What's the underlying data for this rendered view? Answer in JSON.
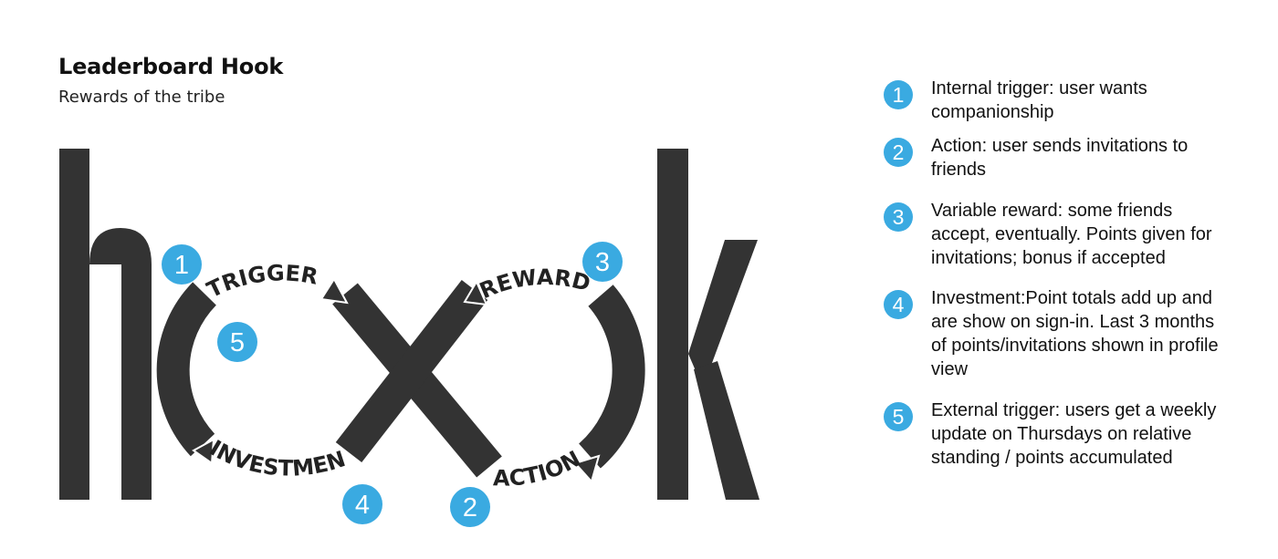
{
  "header": {
    "title": "Leaderboard Hook",
    "subtitle": "Rewards of the tribe"
  },
  "diagram": {
    "letters": [
      "h",
      "k"
    ],
    "stages": [
      {
        "id": "trigger",
        "label": "TRIGGER",
        "badge": "1"
      },
      {
        "id": "reward",
        "label": "REWARD",
        "badge": "3"
      },
      {
        "id": "investment",
        "label": "INVESTMENT",
        "badge": "4"
      },
      {
        "id": "action",
        "label": "ACTION",
        "badge": "2"
      },
      {
        "id": "external",
        "label": "",
        "badge": "5"
      }
    ],
    "colors": {
      "shape": "#333333",
      "badge": "#3aaae1",
      "badge_text": "#ffffff"
    }
  },
  "legend": {
    "items": [
      {
        "number": "1",
        "text": "Internal trigger: user wants companionship"
      },
      {
        "number": "2",
        "text": "Action: user sends invitations to friends"
      },
      {
        "number": "3",
        "text": "Variable reward: some friends accept, eventually. Points given for invitations; bonus if accepted"
      },
      {
        "number": "4",
        "text": "Investment:Point totals add up and are show on sign-in. Last 3 months of points/invitations shown in profile view"
      },
      {
        "number": "5",
        "text": "External trigger: users get a weekly update on Thursdays on relative standing / points accumulated"
      }
    ]
  }
}
